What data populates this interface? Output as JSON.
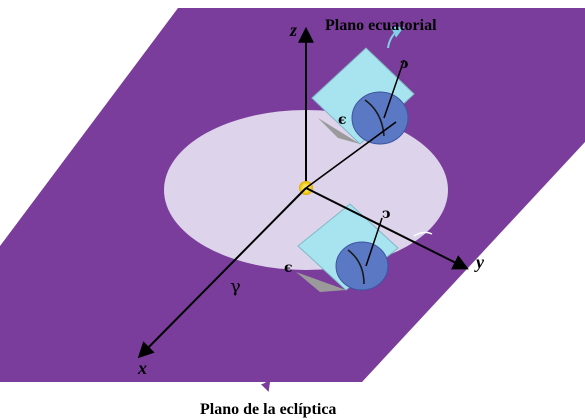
{
  "diagram": {
    "label_equatorial": "Plano ecuatorial",
    "label_ecliptic": "Plano de la eclíptica",
    "axes": {
      "z": "z",
      "y": "y",
      "x": "x"
    },
    "gamma": "γ",
    "epsilon_top": "ϵ",
    "epsilon_bottom": "ϵ",
    "rotation_top": "ↄ",
    "rotation_bottom": "ↄ",
    "colors": {
      "ecliptic_plane": "#7b3d9c",
      "orbit_disc": "#ddd3ea",
      "equatorial_plane": "#a8e4ef",
      "earth": "#5a78c4",
      "sun": "#f2cf1c",
      "arrow_purple": "#7b3d9c",
      "arrow_cyan": "#7fd0e6"
    }
  }
}
